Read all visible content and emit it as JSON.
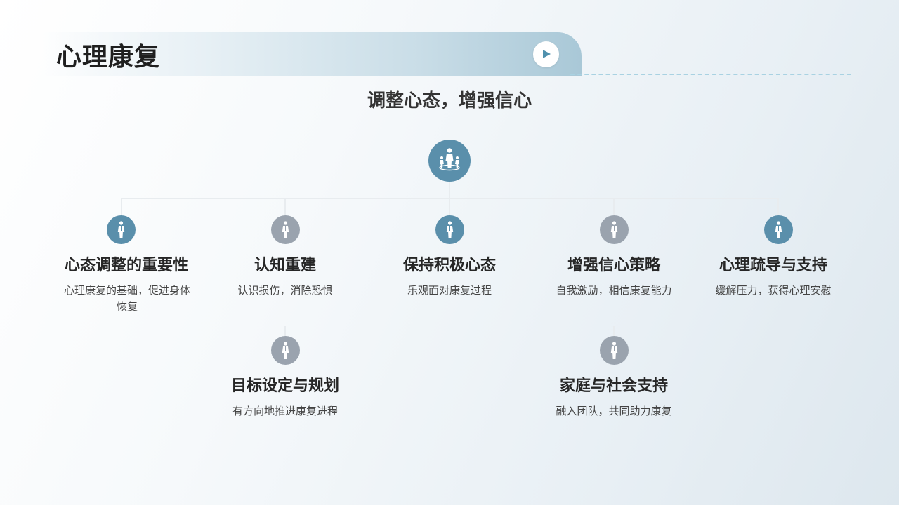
{
  "header": {
    "title": "心理康复"
  },
  "subtitle": "调整心态，增强信心",
  "colors": {
    "accent": "#5a8fab",
    "secondary": "#9aa3ae",
    "dashed": "#a9d2e2"
  },
  "icons": {
    "header": "play-icon",
    "root": "person-with-group-icon",
    "node": "person-icon"
  },
  "nodes": [
    {
      "title": "心态调整的重要性",
      "desc": "心理康复的基础，促进身体恢复"
    },
    {
      "title": "认知重建",
      "desc": "认识损伤，消除恐惧"
    },
    {
      "title": "保持积极心态",
      "desc": "乐观面对康复过程"
    },
    {
      "title": "增强信心策略",
      "desc": "自我激励，相信康复能力"
    },
    {
      "title": "心理疏导与支持",
      "desc": "缓解压力，获得心理安慰"
    },
    {
      "title": "目标设定与规划",
      "desc": "有方向地推进康复进程"
    },
    {
      "title": "家庭与社会支持",
      "desc": "融入团队，共同助力康复"
    }
  ]
}
